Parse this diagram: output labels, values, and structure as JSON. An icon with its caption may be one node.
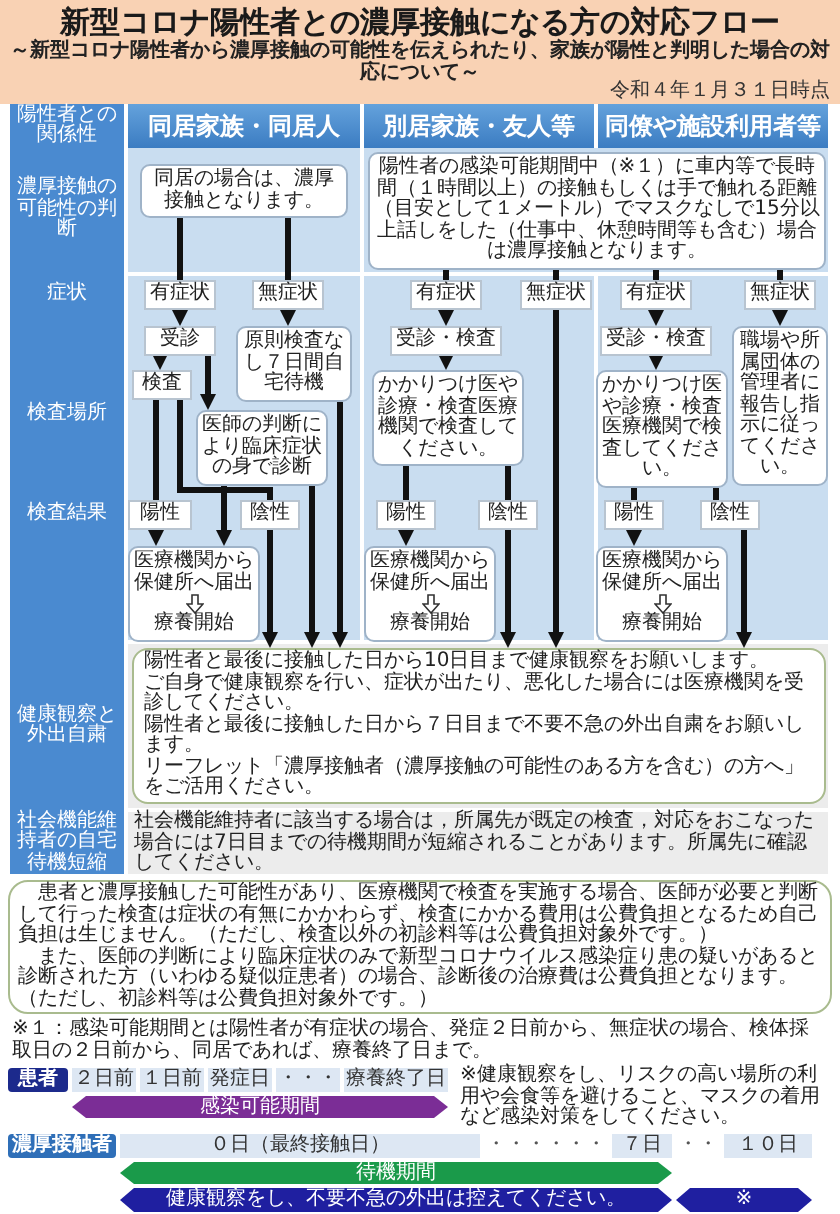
{
  "diagram": {
    "title": "新型コロナ陽性者との濃厚接触になる方の対応フロー",
    "nodes": [
      {
        "text": [
          "同居の場合は、濃厚接触となります。"
        ]
      },
      {
        "text": [
          "陽性者の感染可能期間中（※１）に車内等で長時間（１時間以上）の接触もしくは手で触れる距離（目安として１メートル）でマスクなしで15分以上話しをした（仕事中、休憩時間等も含む）場合は濃厚接触となります。"
        ]
      },
      {
        "text": [
          "有症状"
        ]
      },
      {
        "text": [
          "無症状"
        ]
      },
      {
        "text": [
          "有症状"
        ]
      },
      {
        "text": [
          "無症状"
        ]
      },
      {
        "text": [
          "有症状"
        ]
      },
      {
        "text": [
          "無症状"
        ]
      },
      {
        "text": [
          "受診"
        ]
      },
      {
        "text": [
          "原則検査なし７日間自宅待機"
        ]
      },
      {
        "text": [
          "受診・検査"
        ]
      },
      {
        "text": [
          "受診・検査"
        ]
      },
      {
        "text": [
          "職場や所属団体の管理者に報告し指示に従ってください。"
        ]
      },
      {
        "text": [
          "検査"
        ]
      },
      {
        "text": [
          "医師の判断により臨床症状の身で診断"
        ]
      },
      {
        "text": [
          "かかりつけ医や診療・検査医療機関で検査してください。"
        ]
      },
      {
        "text": [
          "かかりつけ医や診療・検査医療機関で検査してください。"
        ]
      },
      {
        "text": [
          "陽性"
        ]
      },
      {
        "text": [
          "陰性"
        ]
      },
      {
        "text": [
          "陽性"
        ]
      },
      {
        "text": [
          "陰性"
        ]
      },
      {
        "text": [
          "陽性"
        ]
      },
      {
        "text": [
          "陰性"
        ]
      },
      {
        "text": [
          "医療機関から保健所へ届出",
          "療養開始"
        ]
      },
      {
        "text": [
          "医療機関から保健所へ届出",
          "療養開始"
        ]
      },
      {
        "text": [
          "医療機関から保健所へ届出",
          "療養開始"
        ]
      },
      {
        "text": [
          "陽性者と最後に接触した日から10日目まで健康観察をお願いします。",
          "ご自身で健康観察を行い、症状が出たり、悪化した場合には医療機関を受診してください。",
          "陽性者と最後に接触した日から７日目まで不要不急の外出自粛をお願いします。",
          "リーフレット「濃厚接触者（濃厚接触の可能性のある方を含む）の方へ」をご活用ください。"
        ]
      },
      {
        "text": [
          "患者と濃厚接触した可能性があり、医療機関で検査を実施する場合、医師が必要と判断して行った検査は症状の有無にかかわらず、検査にかかる費用は公費負担となるため自己負担は生じません。（ただし、検査以外の初診料等は公費負担対象外です。）",
          "また、医師の判断により臨床症状のみで新型コロナウイルス感染症り患の疑いがあると診断された方（いわゆる疑似症患者）の場合、診断後の治療費は公費負担となります。",
          "（ただし、初診料等は公費負担対象外です。）"
        ]
      }
    ],
    "edges": [
      {
        "from": 0,
        "to": 2,
        "arrow": "none"
      },
      {
        "from": 2,
        "to": 8,
        "arrow": "to"
      },
      {
        "from": 0,
        "to": 3,
        "arrow": "none"
      },
      {
        "from": 3,
        "to": 9,
        "arrow": "to"
      },
      {
        "from": 8,
        "to": 13,
        "arrow": "to"
      },
      {
        "from": 8,
        "to": 14,
        "arrow": "to"
      },
      {
        "from": 13,
        "to": 17,
        "arrow": "none"
      },
      {
        "from": 17,
        "to": 23,
        "arrow": "to"
      },
      {
        "from": 14,
        "to": 23,
        "arrow": "to"
      },
      {
        "from": 13,
        "to": 18,
        "arrow": "none"
      },
      {
        "from": 18,
        "to": 26,
        "arrow": "to"
      },
      {
        "from": 14,
        "to": 26,
        "arrow": "to"
      },
      {
        "from": 9,
        "to": 26,
        "arrow": "to"
      },
      {
        "from": 1,
        "to": 4,
        "arrow": "none"
      },
      {
        "from": 4,
        "to": 10,
        "arrow": "to"
      },
      {
        "from": 10,
        "to": 15,
        "arrow": "to"
      },
      {
        "from": 15,
        "to": 19,
        "arrow": "none"
      },
      {
        "from": 19,
        "to": 24,
        "arrow": "to"
      },
      {
        "from": 15,
        "to": 20,
        "arrow": "none"
      },
      {
        "from": 20,
        "to": 26,
        "arrow": "to"
      },
      {
        "from": 1,
        "to": 5,
        "arrow": "none"
      },
      {
        "from": 5,
        "to": 26,
        "arrow": "to"
      },
      {
        "from": 1,
        "to": 6,
        "arrow": "none"
      },
      {
        "from": 6,
        "to": 11,
        "arrow": "to"
      },
      {
        "from": 11,
        "to": 16,
        "arrow": "to"
      },
      {
        "from": 16,
        "to": 21,
        "arrow": "none"
      },
      {
        "from": 21,
        "to": 25,
        "arrow": "to"
      },
      {
        "from": 16,
        "to": 22,
        "arrow": "none"
      },
      {
        "from": 22,
        "to": 26,
        "arrow": "to"
      },
      {
        "from": 1,
        "to": 7,
        "arrow": "none"
      },
      {
        "from": 7,
        "to": 12,
        "arrow": "to"
      }
    ],
    "labels": [
      "～新型コロナ陽性者から濃厚接触の可能性を伝えられたり、家族が陽性と判明した場合の対応について～",
      "令和４年１月３１日時点",
      "陽性者との関係性",
      "同居家族・同居人",
      "別居家族・友人等",
      "同僚や施設利用者等",
      "濃厚接触の可能性の判断",
      "症状",
      "検査場所",
      "検査結果",
      "健康観察と外出自粛",
      "社会機能維持者の自宅待機短縮",
      "社会機能維持者に該当する場合は，所属先が既定の検査，対応をおこなった場合には7日目までの待機期間が短縮されることがあります。所属先に確認してください。",
      "※１：感染可能期間とは陽性者が有症状の場合、発症２日前から、無症状の場合、検体採取日の２日前から、同居であれば、療養終了日まで。",
      "患者",
      "２日前",
      "１日前",
      "発症日",
      "・・・",
      "療養終了日",
      "感染可能期間",
      "濃厚接触者",
      "０日（最終接触日）",
      "・・・・・・",
      "７日",
      "・・",
      "１０日",
      "待機期間",
      "健康観察をし、不要不急の外出は控えてください。",
      "※",
      "※健康観察をし、リスクの高い場所の利用や会食等を避けること、マスクの着用など感染対策をしてください。"
    ]
  }
}
